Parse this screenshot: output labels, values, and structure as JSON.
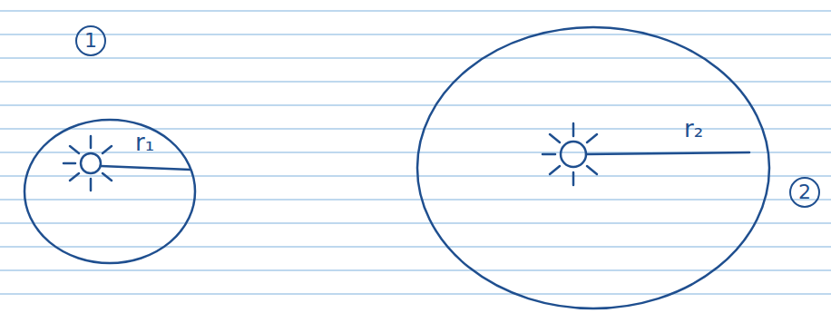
{
  "diagram": {
    "nodes": [
      {
        "text": [
          "1",
          "r₁"
        ]
      },
      {
        "text": [
          "2",
          "r₂"
        ]
      }
    ]
  }
}
